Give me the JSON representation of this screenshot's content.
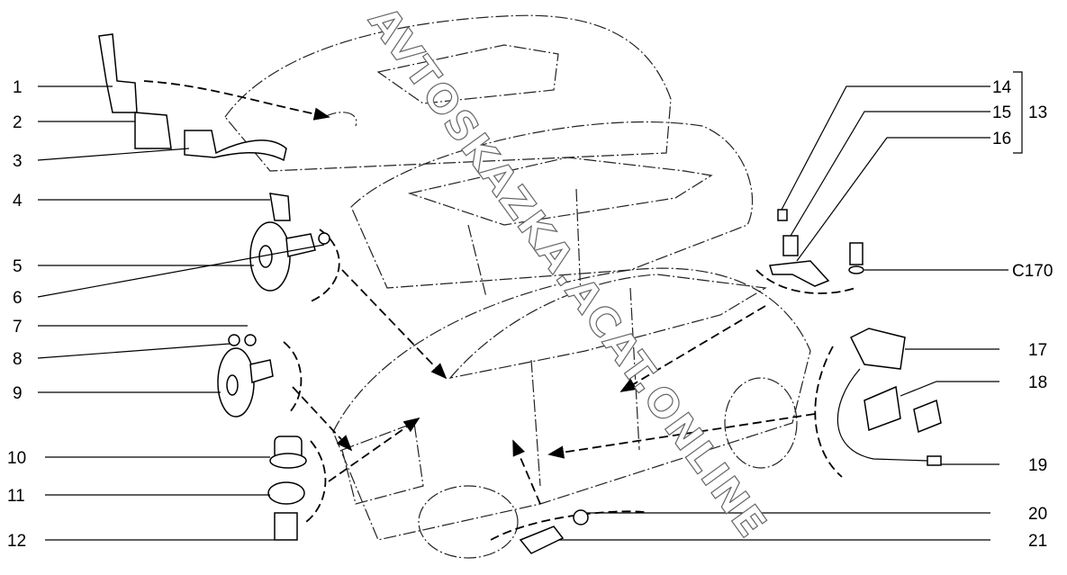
{
  "diagram": {
    "watermark": "AVTOSKAZKA.ACAT.ONLINE",
    "left_labels": [
      {
        "num": "1"
      },
      {
        "num": "2"
      },
      {
        "num": "3"
      },
      {
        "num": "4"
      },
      {
        "num": "5"
      },
      {
        "num": "6"
      },
      {
        "num": "7"
      },
      {
        "num": "8"
      },
      {
        "num": "9"
      },
      {
        "num": "10"
      },
      {
        "num": "11"
      },
      {
        "num": "12"
      }
    ],
    "right_labels": [
      {
        "num": "14"
      },
      {
        "num": "15"
      },
      {
        "num": "16"
      },
      {
        "num": "C170"
      },
      {
        "num": "17"
      },
      {
        "num": "18"
      },
      {
        "num": "19"
      },
      {
        "num": "20"
      },
      {
        "num": "21"
      }
    ],
    "group_label": "13"
  }
}
